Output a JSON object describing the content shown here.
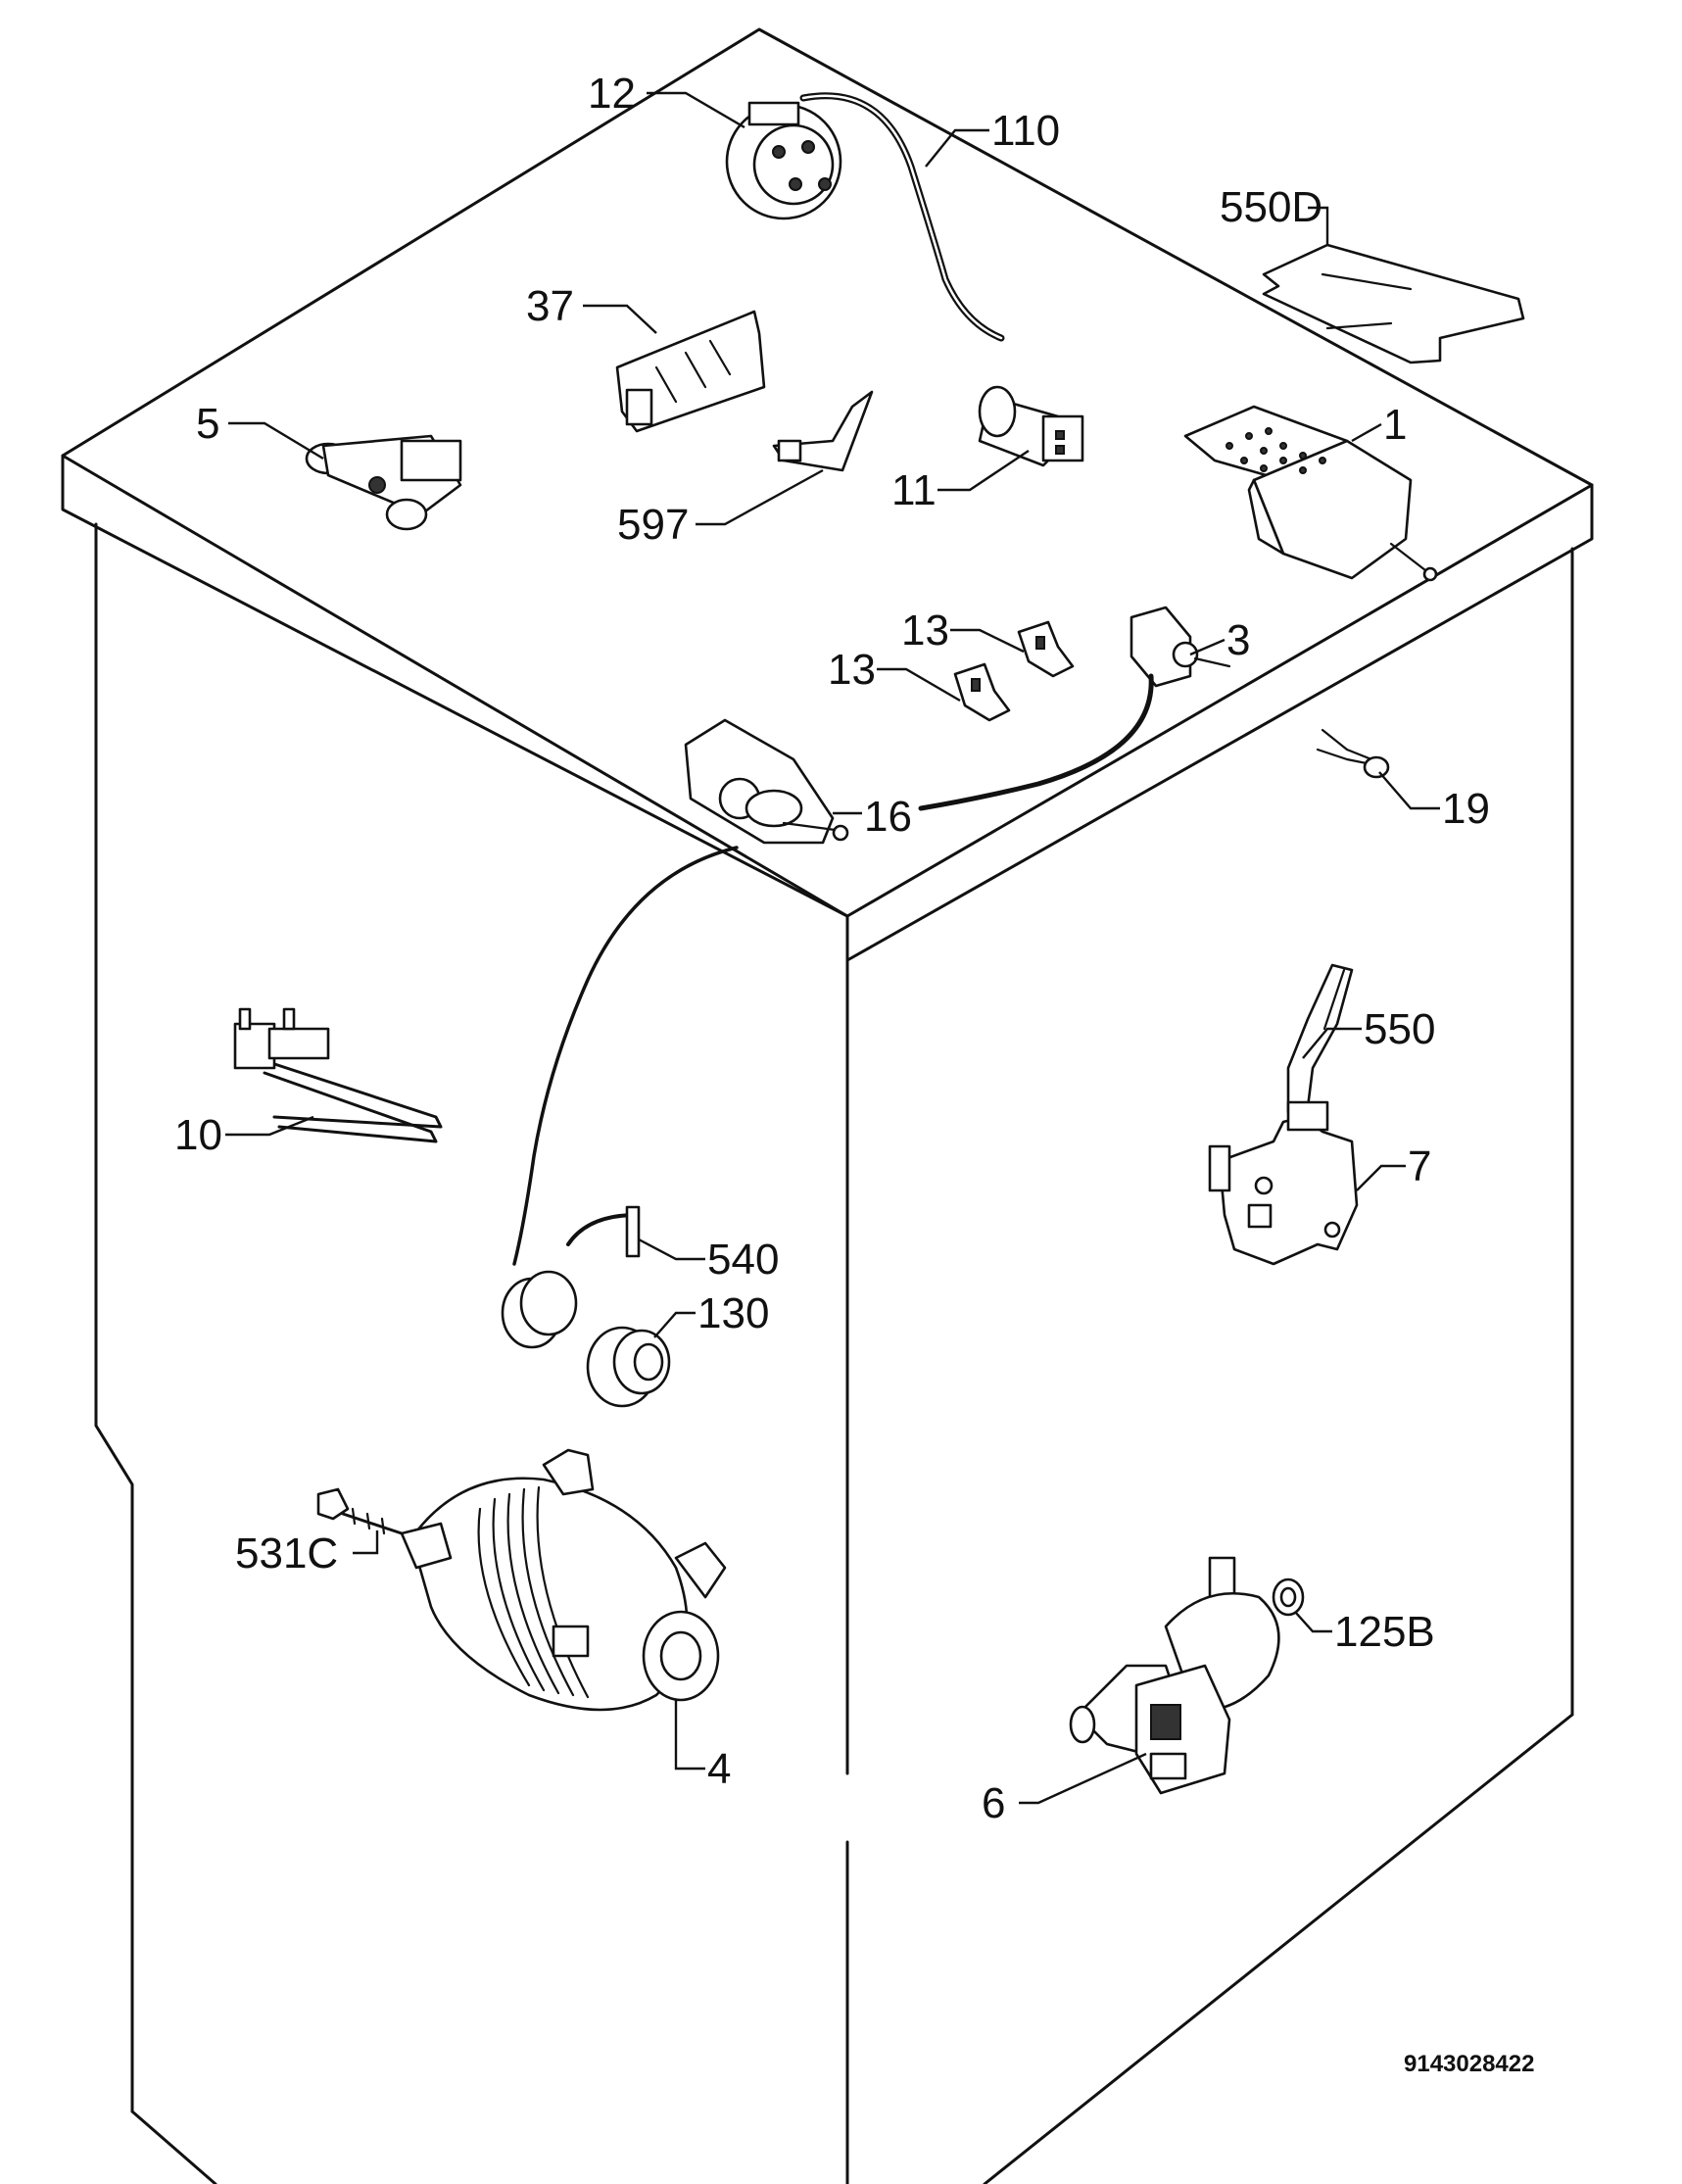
{
  "diagram": {
    "reference": "9143028422",
    "labels": {
      "l12": "12",
      "l110": "110",
      "l550D": "550D",
      "l37": "37",
      "l5": "5",
      "l597": "597",
      "l11": "11",
      "l1": "1",
      "l13a": "13",
      "l13b": "13",
      "l3": "3",
      "l16": "16",
      "l19": "19",
      "l550": "550",
      "l10": "10",
      "l7": "7",
      "l540": "540",
      "l130": "130",
      "l531C": "531C",
      "l125B": "125B",
      "l4": "4",
      "l6": "6"
    },
    "parts": [
      {
        "id": "12",
        "icon": "pressure-switch-icon"
      },
      {
        "id": "110",
        "icon": "pressure-hose-icon"
      },
      {
        "id": "550D",
        "icon": "shield-plate-icon"
      },
      {
        "id": "37",
        "icon": "terminal-block-icon"
      },
      {
        "id": "5",
        "icon": "water-inlet-valve-icon"
      },
      {
        "id": "597",
        "icon": "bracket-clip-icon"
      },
      {
        "id": "11",
        "icon": "capacitor-icon"
      },
      {
        "id": "1",
        "icon": "timer-programmer-icon"
      },
      {
        "id": "13",
        "icon": "connector-icon"
      },
      {
        "id": "3",
        "icon": "switch-icon"
      },
      {
        "id": "16",
        "icon": "door-lock-icon"
      },
      {
        "id": "19",
        "icon": "thermostat-probe-icon"
      },
      {
        "id": "550",
        "icon": "cable-lever-icon"
      },
      {
        "id": "10",
        "icon": "heating-element-icon"
      },
      {
        "id": "7",
        "icon": "door-interlock-icon"
      },
      {
        "id": "540",
        "icon": "wire-clip-icon"
      },
      {
        "id": "130",
        "icon": "grommet-icon"
      },
      {
        "id": "531C",
        "icon": "screw-icon"
      },
      {
        "id": "125B",
        "icon": "gasket-ring-icon"
      },
      {
        "id": "4",
        "icon": "motor-icon"
      },
      {
        "id": "6",
        "icon": "drain-pump-icon"
      }
    ]
  }
}
